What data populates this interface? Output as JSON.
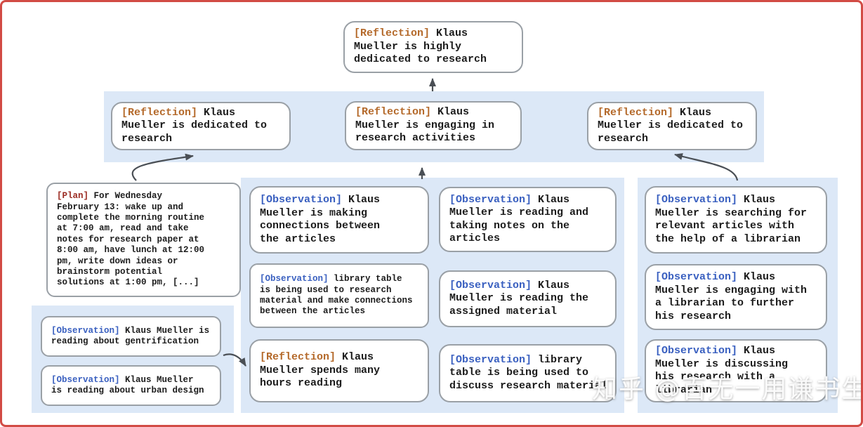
{
  "colors": {
    "reflection_tag": "#b4692a",
    "observation_tag": "#3a60c0",
    "plan_tag": "#9b2c23",
    "band_background": "#dce8f7",
    "node_border": "#9aa0a6",
    "arrow": "#4a4f55",
    "frame_border": "#d24b45"
  },
  "nodes": {
    "top_reflection": {
      "tag": "[Reflection]",
      "text": "Klaus\nMueller is highly\ndedicated to research"
    },
    "reflection_left": {
      "tag": "[Reflection]",
      "text": "Klaus\nMueller is dedicated to\nresearch"
    },
    "reflection_center": {
      "tag": "[Reflection]",
      "text": "Klaus\nMueller is engaging in\nresearch activities"
    },
    "reflection_right": {
      "tag": "[Reflection]",
      "text": "Klaus\nMueller is dedicated to\nresearch"
    },
    "plan_wednesday": {
      "tag": "[Plan]",
      "text": "For Wednesday\nFebruary 13: wake up and\ncomplete the morning routine\nat 7:00 am, read and take\nnotes for research paper at\n8:00 am, have lunch at 12:00\npm, write down ideas or\nbrainstorm potential\nsolutions at 1:00 pm, [...]"
    },
    "obs_gentrification": {
      "tag": "[Observation]",
      "text": "Klaus Mueller is\nreading about gentrification"
    },
    "obs_urban_design": {
      "tag": "[Observation]",
      "text": "Klaus Mueller\nis reading about urban design"
    },
    "obs_making_connections": {
      "tag": "[Observation]",
      "text": "Klaus\nMueller is making\nconnections between\nthe articles"
    },
    "obs_library_research": {
      "tag": "[Observation]",
      "text": "library table\nis being used to research\nmaterial and make connections\nbetween the articles"
    },
    "reflection_hours": {
      "tag": "[Reflection]",
      "text": "Klaus\nMueller spends many\nhours reading"
    },
    "obs_taking_notes": {
      "tag": "[Observation]",
      "text": "Klaus\nMueller is reading and\ntaking notes on the\narticles"
    },
    "obs_assigned_material": {
      "tag": "[Observation]",
      "text": "Klaus\nMueller is reading the\nassigned material"
    },
    "obs_library_discuss": {
      "tag": "[Observation]",
      "text": "library\ntable is being used to\ndiscuss research material"
    },
    "obs_searching_articles": {
      "tag": "[Observation]",
      "text": "Klaus\nMueller is searching for\nrelevant articles with\nthe help of a librarian"
    },
    "obs_engaging_librarian": {
      "tag": "[Observation]",
      "text": "Klaus\nMueller is engaging with\na librarian to further\nhis research"
    },
    "obs_discussing": {
      "tag": "[Observation]",
      "text": "Klaus\nMueller is discussing\nhis research with a\nlibrarian"
    }
  },
  "watermark": {
    "text": "知乎 @百无一用谦书生"
  }
}
